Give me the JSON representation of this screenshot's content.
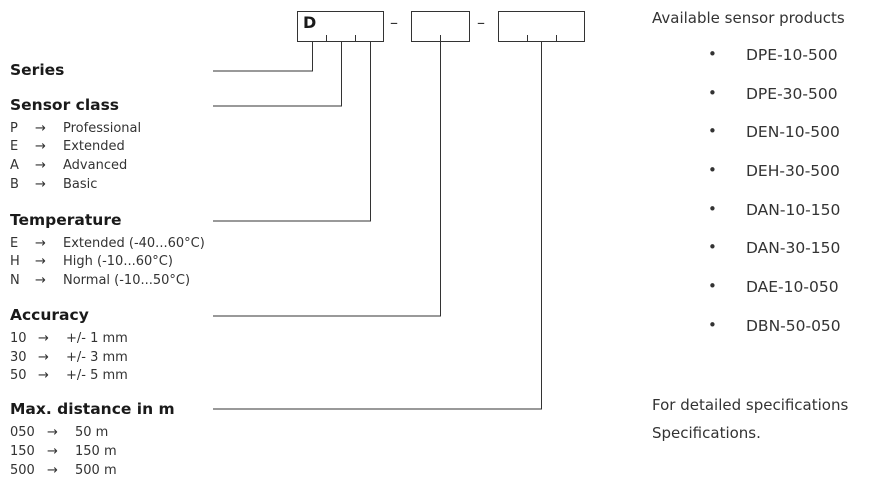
{
  "code_box": {
    "first_letter": "D",
    "separators": [
      "–",
      "–"
    ]
  },
  "sections": [
    {
      "title": "Series",
      "options": []
    },
    {
      "title": "Sensor class",
      "options": [
        {
          "code": "P",
          "arrow": "→",
          "desc": "Professional"
        },
        {
          "code": "E",
          "arrow": "→",
          "desc": "Extended"
        },
        {
          "code": "A",
          "arrow": "→",
          "desc": "Advanced"
        },
        {
          "code": "B",
          "arrow": "→",
          "desc": "Basic"
        }
      ]
    },
    {
      "title": "Temperature",
      "options": [
        {
          "code": "E",
          "arrow": "→",
          "desc": "Extended (-40...60°C)"
        },
        {
          "code": "H",
          "arrow": "→",
          "desc": "High (-10...60°C)"
        },
        {
          "code": "N",
          "arrow": "→",
          "desc": "Normal (-10...50°C)"
        }
      ]
    },
    {
      "title": "Accuracy",
      "options": [
        {
          "code": "10",
          "arrow": "→",
          "desc": "+/- 1 mm"
        },
        {
          "code": "30",
          "arrow": "→",
          "desc": "+/- 3 mm"
        },
        {
          "code": "50",
          "arrow": "→",
          "desc": "+/- 5 mm"
        }
      ]
    },
    {
      "title": "Max. distance in m",
      "options": [
        {
          "code": "050",
          "arrow": "→",
          "desc": "50 m"
        },
        {
          "code": "150",
          "arrow": "→",
          "desc": "150 m"
        },
        {
          "code": "500",
          "arrow": "→",
          "desc": "500 m"
        }
      ]
    }
  ],
  "products": {
    "title": "Available sensor products",
    "bullet": "•",
    "items": [
      "DPE-10-500",
      "DPE-30-500",
      "DEN-10-500",
      "DEH-30-500",
      "DAN-10-150",
      "DAN-30-150",
      "DAE-10-050",
      "DBN-50-050"
    ]
  },
  "footer": {
    "line1": "For detailed specifications",
    "line2": "Specifications."
  }
}
